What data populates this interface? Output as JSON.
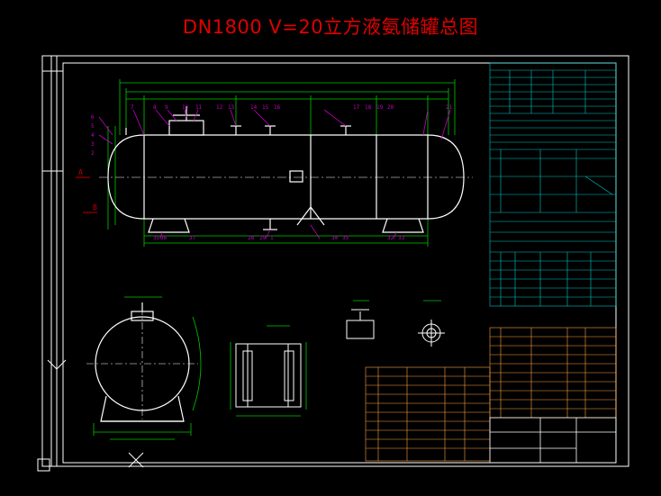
{
  "drawing": {
    "title": "DN1800 V=20立方液氨储罐总图",
    "colors": {
      "background": "#000000",
      "frame": "#ffffff",
      "title": "#e00000",
      "vessel": "#ffffff",
      "dimension": "#00c800",
      "table": "#00c8c8",
      "label": "#c000c0",
      "partslist": "#ffa040",
      "center": "#ffffff"
    },
    "view_labels": {
      "section_a": "A",
      "section_b": "B"
    },
    "nozzle_numbers_top": [
      "7",
      "8",
      "9",
      "10",
      "11",
      "12",
      "13",
      "14",
      "15",
      "16",
      "17",
      "18",
      "19",
      "20",
      "21"
    ],
    "nozzle_numbers_bottom": [
      "35",
      "36",
      "37",
      "28",
      "29",
      "1",
      "34",
      "35",
      "32",
      "33"
    ],
    "nozzle_numbers_left": [
      "6",
      "5",
      "4",
      "3",
      "2"
    ]
  }
}
